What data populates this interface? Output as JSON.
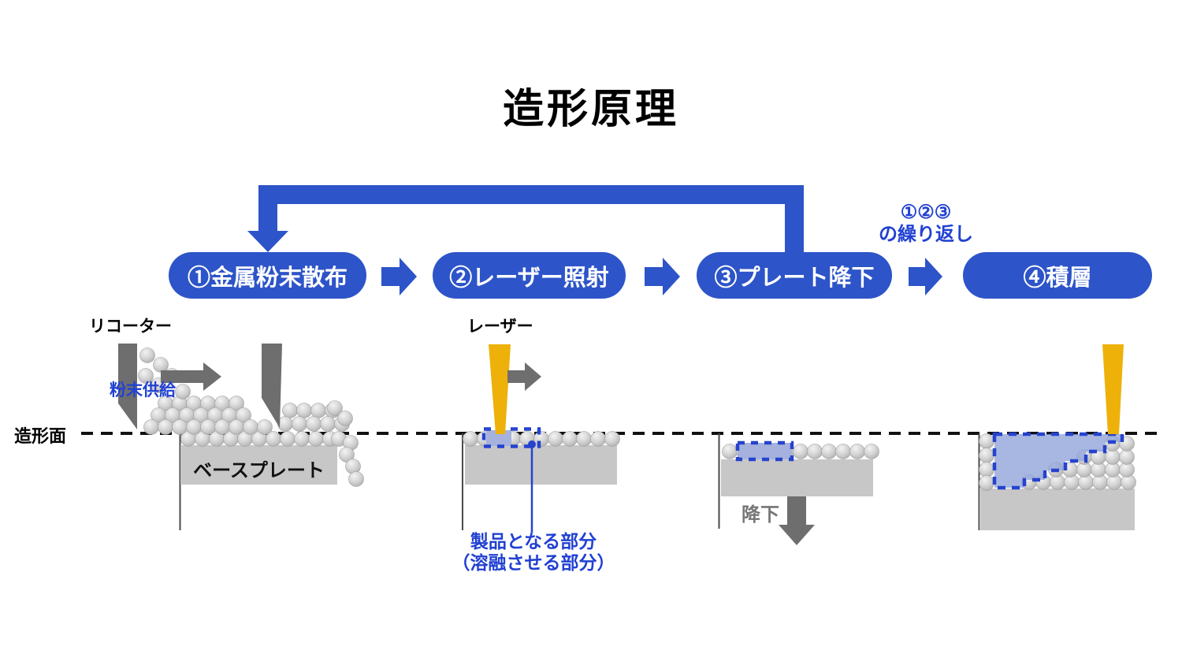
{
  "title": "造形原理",
  "steps": [
    {
      "label": "①金属粉末散布"
    },
    {
      "label": "②レーザー照射"
    },
    {
      "label": "③プレート降下"
    },
    {
      "label": "④積層"
    }
  ],
  "repeat_note": {
    "line1": "①②③",
    "line2": "の繰り返し"
  },
  "labels": {
    "recoater": "リコーター",
    "powder_supply": "粉末供給",
    "build_surface": "造形面",
    "base_plate": "ベースプレート",
    "laser": "レーザー",
    "melt_line1": "製品となる部分",
    "melt_line2": "（溶融させる部分）",
    "descend": "降下"
  },
  "colors": {
    "process_blue": "#2d54c8",
    "text_blue": "#2141d2",
    "melt_dash_blue": "#2643cd",
    "melt_fill": "#a6b2dd",
    "laser_yellow": "#edb10a",
    "machine_gray": "#6e6e6e",
    "plate_gray": "#c7c7c7",
    "powder_gray": "#c9c9c9"
  }
}
